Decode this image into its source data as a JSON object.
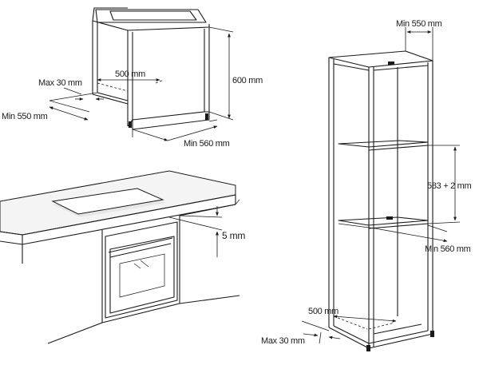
{
  "labels": {
    "top_left": {
      "depth_cabinet": "Min 550 mm",
      "max_gap": "Max 30 mm",
      "opening_depth": "500 mm",
      "height": "600 mm",
      "width": "Min 560 mm"
    },
    "bottom_left": {
      "gap": "5 mm"
    },
    "right": {
      "depth_top": "Min 550 mm",
      "shelf_gap": "583 + 2 mm",
      "width": "Min 560 mm",
      "opening_depth": "500 mm",
      "max_gap": "Max 30 mm"
    }
  }
}
